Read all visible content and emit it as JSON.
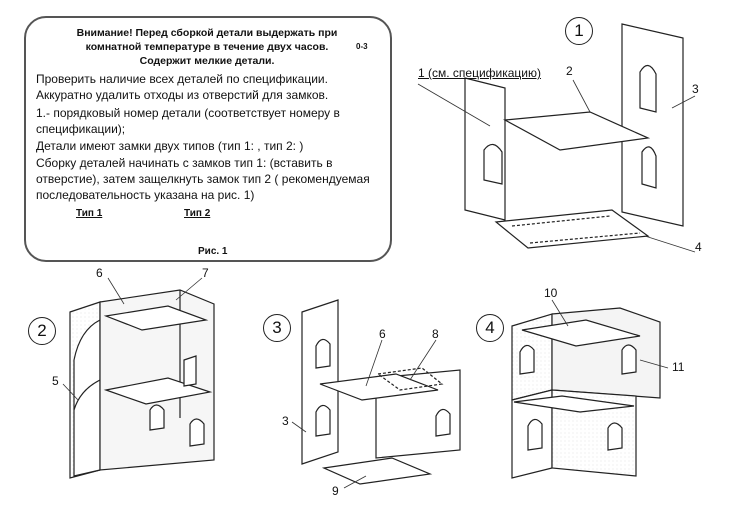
{
  "notice": {
    "warning_lines": [
      "Внимание! Перед сборкой детали выдержать при",
      "комнатной температуре в течение  двух часов.",
      "Содержит мелкие детали."
    ],
    "age_badge": "0-3",
    "lines": [
      "Проверить наличие всех деталей по спецификации.",
      "Аккуратно удалить отходы из отверстий для замков.",
      "1.- порядковый номер детали (соответствует номеру в",
      "спецификации);",
      "Детали имеют замки двух типов (тип 1:    , тип 2:      )",
      "Сборку деталей начинать с замков тип 1:     (вставить в",
      "отверстие), затем защелкнуть замок тип 2 ( рекомендуемая",
      "последовательность указана на рис. 1)"
    ],
    "type1_label": "Тип 1",
    "type2_label": "Тип 2",
    "fig_caption": "Рис. 1",
    "arrow1": "1",
    "arrow2": "2"
  },
  "steps": [
    {
      "number": "1",
      "labels": [
        "1 (см. спецификацию)",
        "2",
        "3",
        "4"
      ]
    },
    {
      "number": "2",
      "labels": [
        "6",
        "7",
        "5"
      ]
    },
    {
      "number": "3",
      "labels": [
        "6",
        "8",
        "3",
        "9"
      ]
    },
    {
      "number": "4",
      "labels": [
        "10",
        "11"
      ]
    }
  ]
}
